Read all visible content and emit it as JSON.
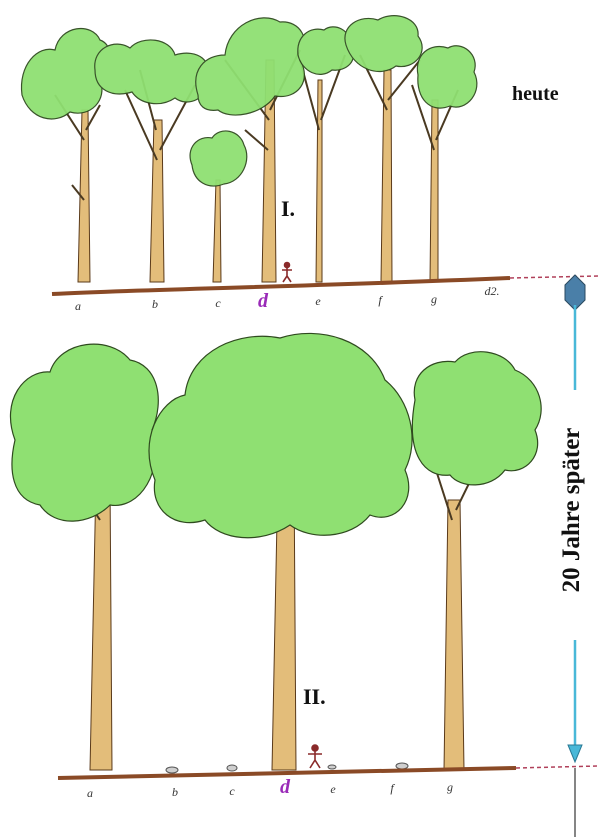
{
  "labels": {
    "today": "heute",
    "later": "20 Jahre später",
    "stage_one": "I.",
    "stage_two": "II."
  },
  "tree_labels_top": [
    "a",
    "b",
    "c",
    "d",
    "e",
    "f",
    "g",
    "d2."
  ],
  "tree_labels_bottom": [
    "a",
    "b",
    "c",
    "d",
    "e",
    "f",
    "g"
  ],
  "highlight_label": "d",
  "colors": {
    "foliage": "#8fe072",
    "trunk": "#e3bd7a",
    "ground": "#8a4a26",
    "highlight": "#9a2bb8",
    "arrow": "#49b8d8",
    "dashed": "#b0405a"
  }
}
